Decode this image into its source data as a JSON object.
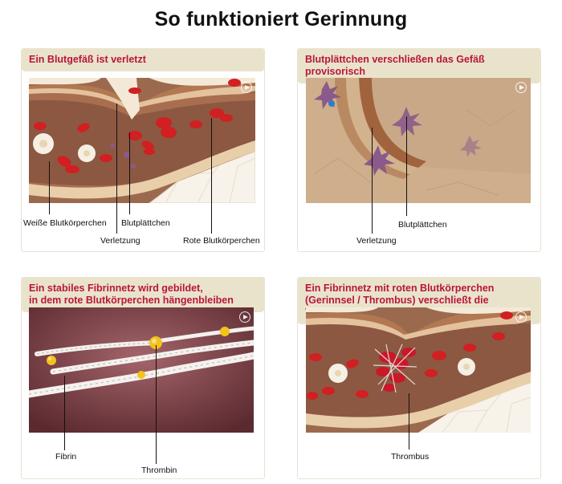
{
  "title": "So funktioniert Gerinnung",
  "panels": [
    {
      "header": [
        "Ein Blutgefäß ist verletzt"
      ],
      "labels": [
        "Weiße Blutkörperchen",
        "Verletzung",
        "Blutplättchen",
        "Rote Blutkörperchen"
      ]
    },
    {
      "header": [
        "Blutplättchen verschließen das Gefäß provisorisch"
      ],
      "labels": [
        "Verletzung",
        "Blutplättchen"
      ]
    },
    {
      "header": [
        "Ein stabiles Fibrinnetz wird gebildet,",
        "in dem rote Blutkörperchen hängenbleiben"
      ],
      "labels": [
        "Fibrin",
        "Thrombin"
      ]
    },
    {
      "header": [
        "Ein Fibrinnetz mit roten Blutkörperchen",
        "(Gerinnsel / Thrombus) verschließt die Verletzung"
      ],
      "labels": [
        "Thrombus"
      ]
    }
  ],
  "colors": {
    "header_text": "#b8163a",
    "header_bg": "#eae3cc",
    "red_cell": "#d11f22",
    "platelet": "#8b5a8a"
  }
}
